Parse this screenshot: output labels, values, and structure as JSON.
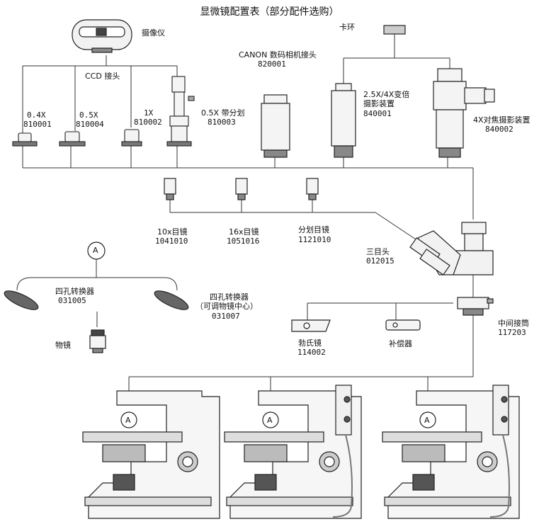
{
  "title": "显微镜配置表（部分配件选购）",
  "labels": {
    "camera": "摄像仪",
    "ccd": "CCD 接头",
    "a04_name": "0.4X",
    "a04_code": "810001",
    "a05_name": "0.5X",
    "a05_code": "810004",
    "a1_name": "1X",
    "a1_code": "810002",
    "split_name": "0.5X 带分划",
    "split_code": "810003",
    "canon_name": "CANON 数码相机接头",
    "canon_code": "820001",
    "ring": "卡环",
    "zoom_name1": "2.5X/4X变倍",
    "zoom_name2": "摄影装置",
    "zoom_code": "840001",
    "focus_name": "4X对焦摄影装置",
    "focus_code": "840002",
    "ep10_name": "10x目镜",
    "ep10_code": "1041010",
    "ep16_name": "16x目镜",
    "ep16_code": "1051016",
    "eps_name": "分划目镜",
    "eps_code": "1121010",
    "trino_name": "三目头",
    "trino_code": "012015",
    "nose_name": "四孔转换器",
    "nose_code": "031005",
    "nose2_name1": "四孔转换器",
    "nose2_name2": "（可调物镜中心）",
    "nose2_code": "031007",
    "objective": "物镜",
    "bertrand_name": "勃氏镜",
    "bertrand_code": "114002",
    "compensator": "补偿器",
    "inter_name": "中间接筒",
    "inter_code": "117203",
    "a_marker": "A"
  }
}
